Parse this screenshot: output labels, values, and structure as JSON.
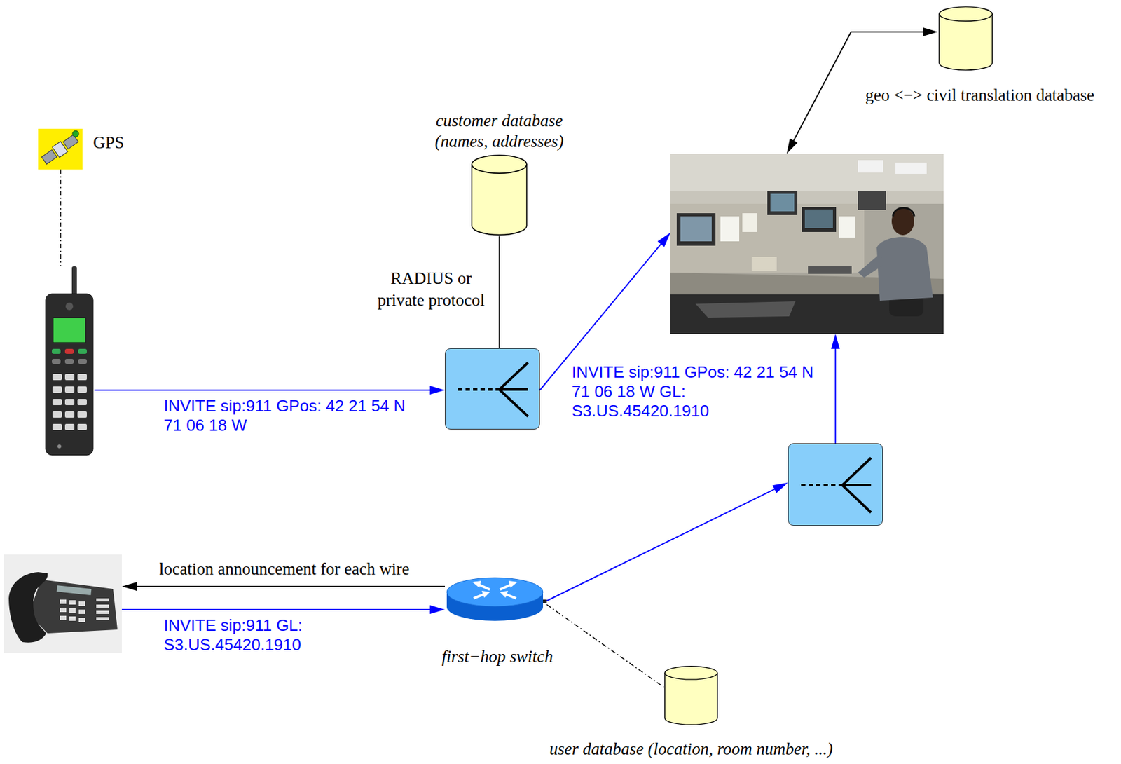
{
  "diagram": {
    "nodes": [
      {
        "text": [
          "geo <−> civil translation database"
        ]
      },
      {
        "text": [
          "GPS"
        ]
      },
      {
        "text": [
          "customer database (names, addresses)"
        ]
      },
      {
        "text": []
      },
      {
        "text": []
      },
      {
        "text": []
      },
      {
        "text": []
      },
      {
        "text": []
      },
      {
        "text": [
          "first−hop switch"
        ]
      },
      {
        "text": [
          "user database (location, room number, ...)"
        ]
      }
    ],
    "edges": [
      {
        "from": 1,
        "to": 4,
        "arrow": "none"
      },
      {
        "from": 2,
        "to": 5,
        "arrow": "none",
        "label": "RADIUS or private protocol"
      },
      {
        "from": 3,
        "to": 0,
        "arrow": "both"
      },
      {
        "from": 4,
        "to": 5,
        "arrow": "to",
        "label": "INVITE sip:911 GPos: 42 21 54 N 71 06 18 W"
      },
      {
        "from": 5,
        "to": 3,
        "arrow": "to",
        "label": "INVITE sip:911 GPos: 42 21 54 N 71 06 18 W GL: S3.US.45420.1910"
      },
      {
        "from": 8,
        "to": 6,
        "arrow": "to"
      },
      {
        "from": 6,
        "to": 3,
        "arrow": "to"
      },
      {
        "from": 8,
        "to": 7,
        "arrow": "to",
        "label": "location announcement for each wire"
      },
      {
        "from": 7,
        "to": 8,
        "arrow": "to",
        "label": "INVITE sip:911 GL: S3.US.45420.1910"
      },
      {
        "from": 8,
        "to": 9,
        "arrow": "none"
      }
    ]
  }
}
